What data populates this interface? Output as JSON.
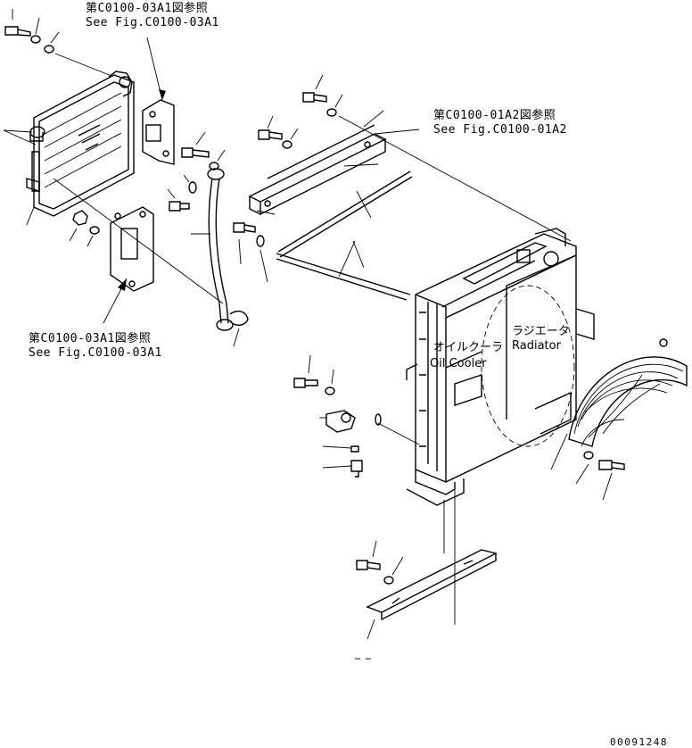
{
  "references": [
    {
      "jp": "第C0100-03A1図参照",
      "en": "See Fig.C0100-03A1"
    },
    {
      "jp": "第C0100-01A2図参照",
      "en": "See Fig.C0100-01A2"
    },
    {
      "jp": "第C0100-03A1図参照",
      "en": "See Fig.C0100-03A1"
    }
  ],
  "callouts": {
    "oil_cooler_jp": "オイルクーラ",
    "oil_cooler_en": "Oil Cooler",
    "radiator_jp": "ラジエータ",
    "radiator_en": "Radiator"
  },
  "drawing_number": "00091248"
}
